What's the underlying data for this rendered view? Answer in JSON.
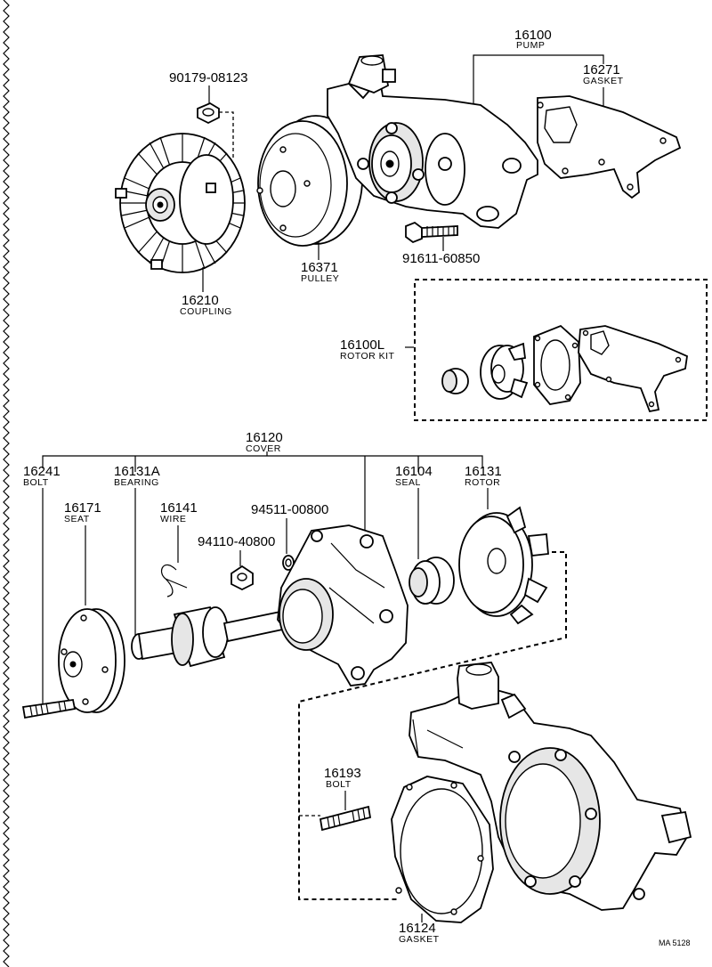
{
  "parts": [
    {
      "id": "pump",
      "number": "16100",
      "name": "PUMP"
    },
    {
      "id": "gasket_top",
      "number": "16271",
      "name": "GASKET"
    },
    {
      "id": "nut_top",
      "number": "90179-08123",
      "name": ""
    },
    {
      "id": "pulley",
      "number": "16371",
      "name": "PULLEY"
    },
    {
      "id": "bolt_pump",
      "number": "91611-60850",
      "name": ""
    },
    {
      "id": "coupling",
      "number": "16210",
      "name": "COUPLING"
    },
    {
      "id": "rotor_kit",
      "number": "16100L",
      "name": "ROTOR KIT"
    },
    {
      "id": "cover",
      "number": "16120",
      "name": "COVER"
    },
    {
      "id": "bolt_seat",
      "number": "16241",
      "name": "BOLT"
    },
    {
      "id": "bearing",
      "number": "16131A",
      "name": "BEARING"
    },
    {
      "id": "wire",
      "number": "16141",
      "name": "WIRE"
    },
    {
      "id": "seat",
      "number": "16171",
      "name": "SEAT"
    },
    {
      "id": "washer",
      "number": "94511-00800",
      "name": ""
    },
    {
      "id": "nut_cover",
      "number": "94110-40800",
      "name": ""
    },
    {
      "id": "seal",
      "number": "16104",
      "name": "SEAL"
    },
    {
      "id": "rotor",
      "number": "16131",
      "name": "ROTOR"
    },
    {
      "id": "bolt_stud",
      "number": "16193",
      "name": "BOLT"
    },
    {
      "id": "gasket_bottom",
      "number": "16124",
      "name": "GASKET"
    }
  ],
  "figure_ref": "MA 5128"
}
